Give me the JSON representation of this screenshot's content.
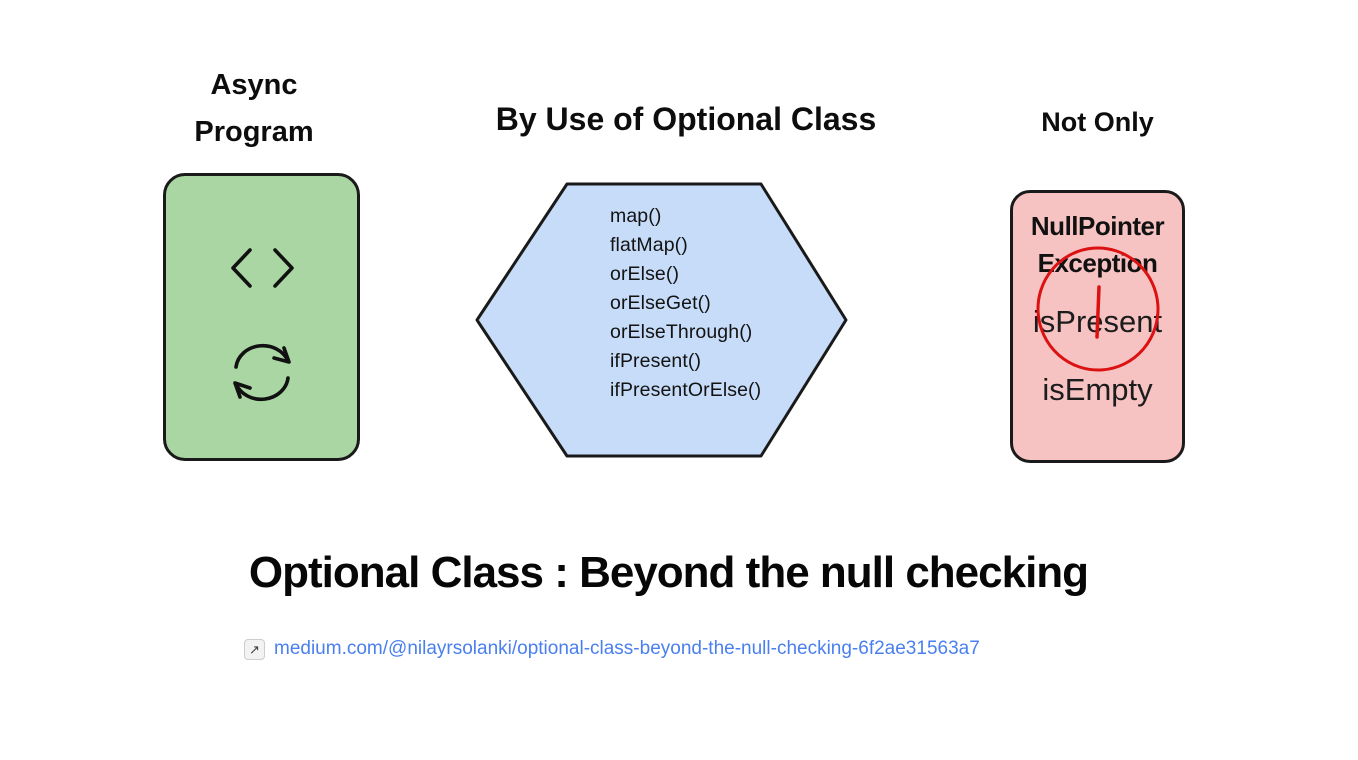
{
  "page": {
    "background": "#ffffff",
    "outline_color": "#1a1a1a"
  },
  "async_section": {
    "label_line1": "Async",
    "label_line2": "Program",
    "box_fill": "#a9d6a2",
    "icons": [
      "code-brackets-icon",
      "sync-cycle-icon"
    ]
  },
  "hexagon_section": {
    "title": "By Use of Optional Class",
    "fill": "#c6dcf8",
    "methods": [
      "map()",
      "flatMap()",
      "orElse()",
      "orElseGet()",
      "orElseThrough()",
      "ifPresent()",
      "ifPresentOrElse()"
    ]
  },
  "nullpointer_section": {
    "label": "Not Only",
    "line1": "NullPointer",
    "line2": "Exception",
    "item_circled": "isPresent",
    "item2": "isEmpty",
    "box_fill": "#f7c2c2",
    "annotation_color": "#dc1212"
  },
  "footer": {
    "title": "Optional Class : Beyond the null checking",
    "link_icon": "↗",
    "link_text": "medium.com/@nilayrsolanki/optional-class-beyond-the-null-checking-6f2ae31563a7",
    "link_color": "#4a7ff0"
  }
}
